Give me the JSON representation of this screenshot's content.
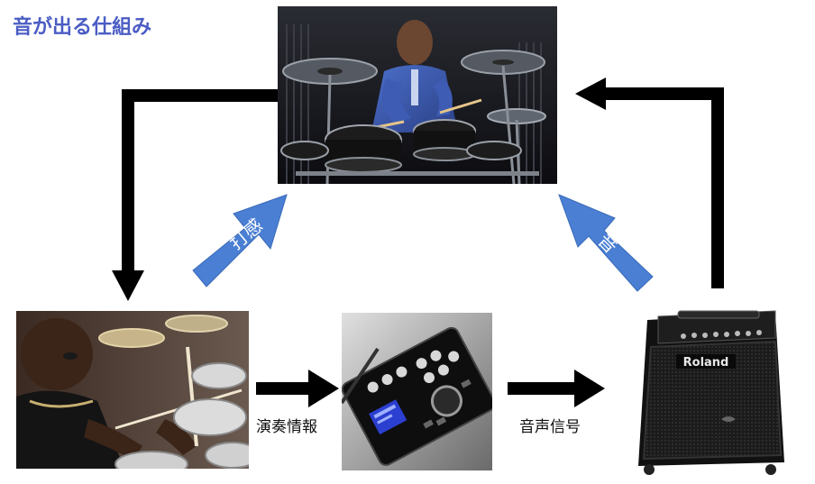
{
  "title": "音が出る仕組み",
  "labels": {
    "performance_info": "演奏情報",
    "audio_signal": "音声信号",
    "strike_feel": "打感",
    "sound": "音"
  },
  "speaker": {
    "brand": "Roland"
  },
  "colors": {
    "title": "#4a5cc4",
    "blue_arrow": "#4a7fd4",
    "black_arrow": "#000000"
  }
}
